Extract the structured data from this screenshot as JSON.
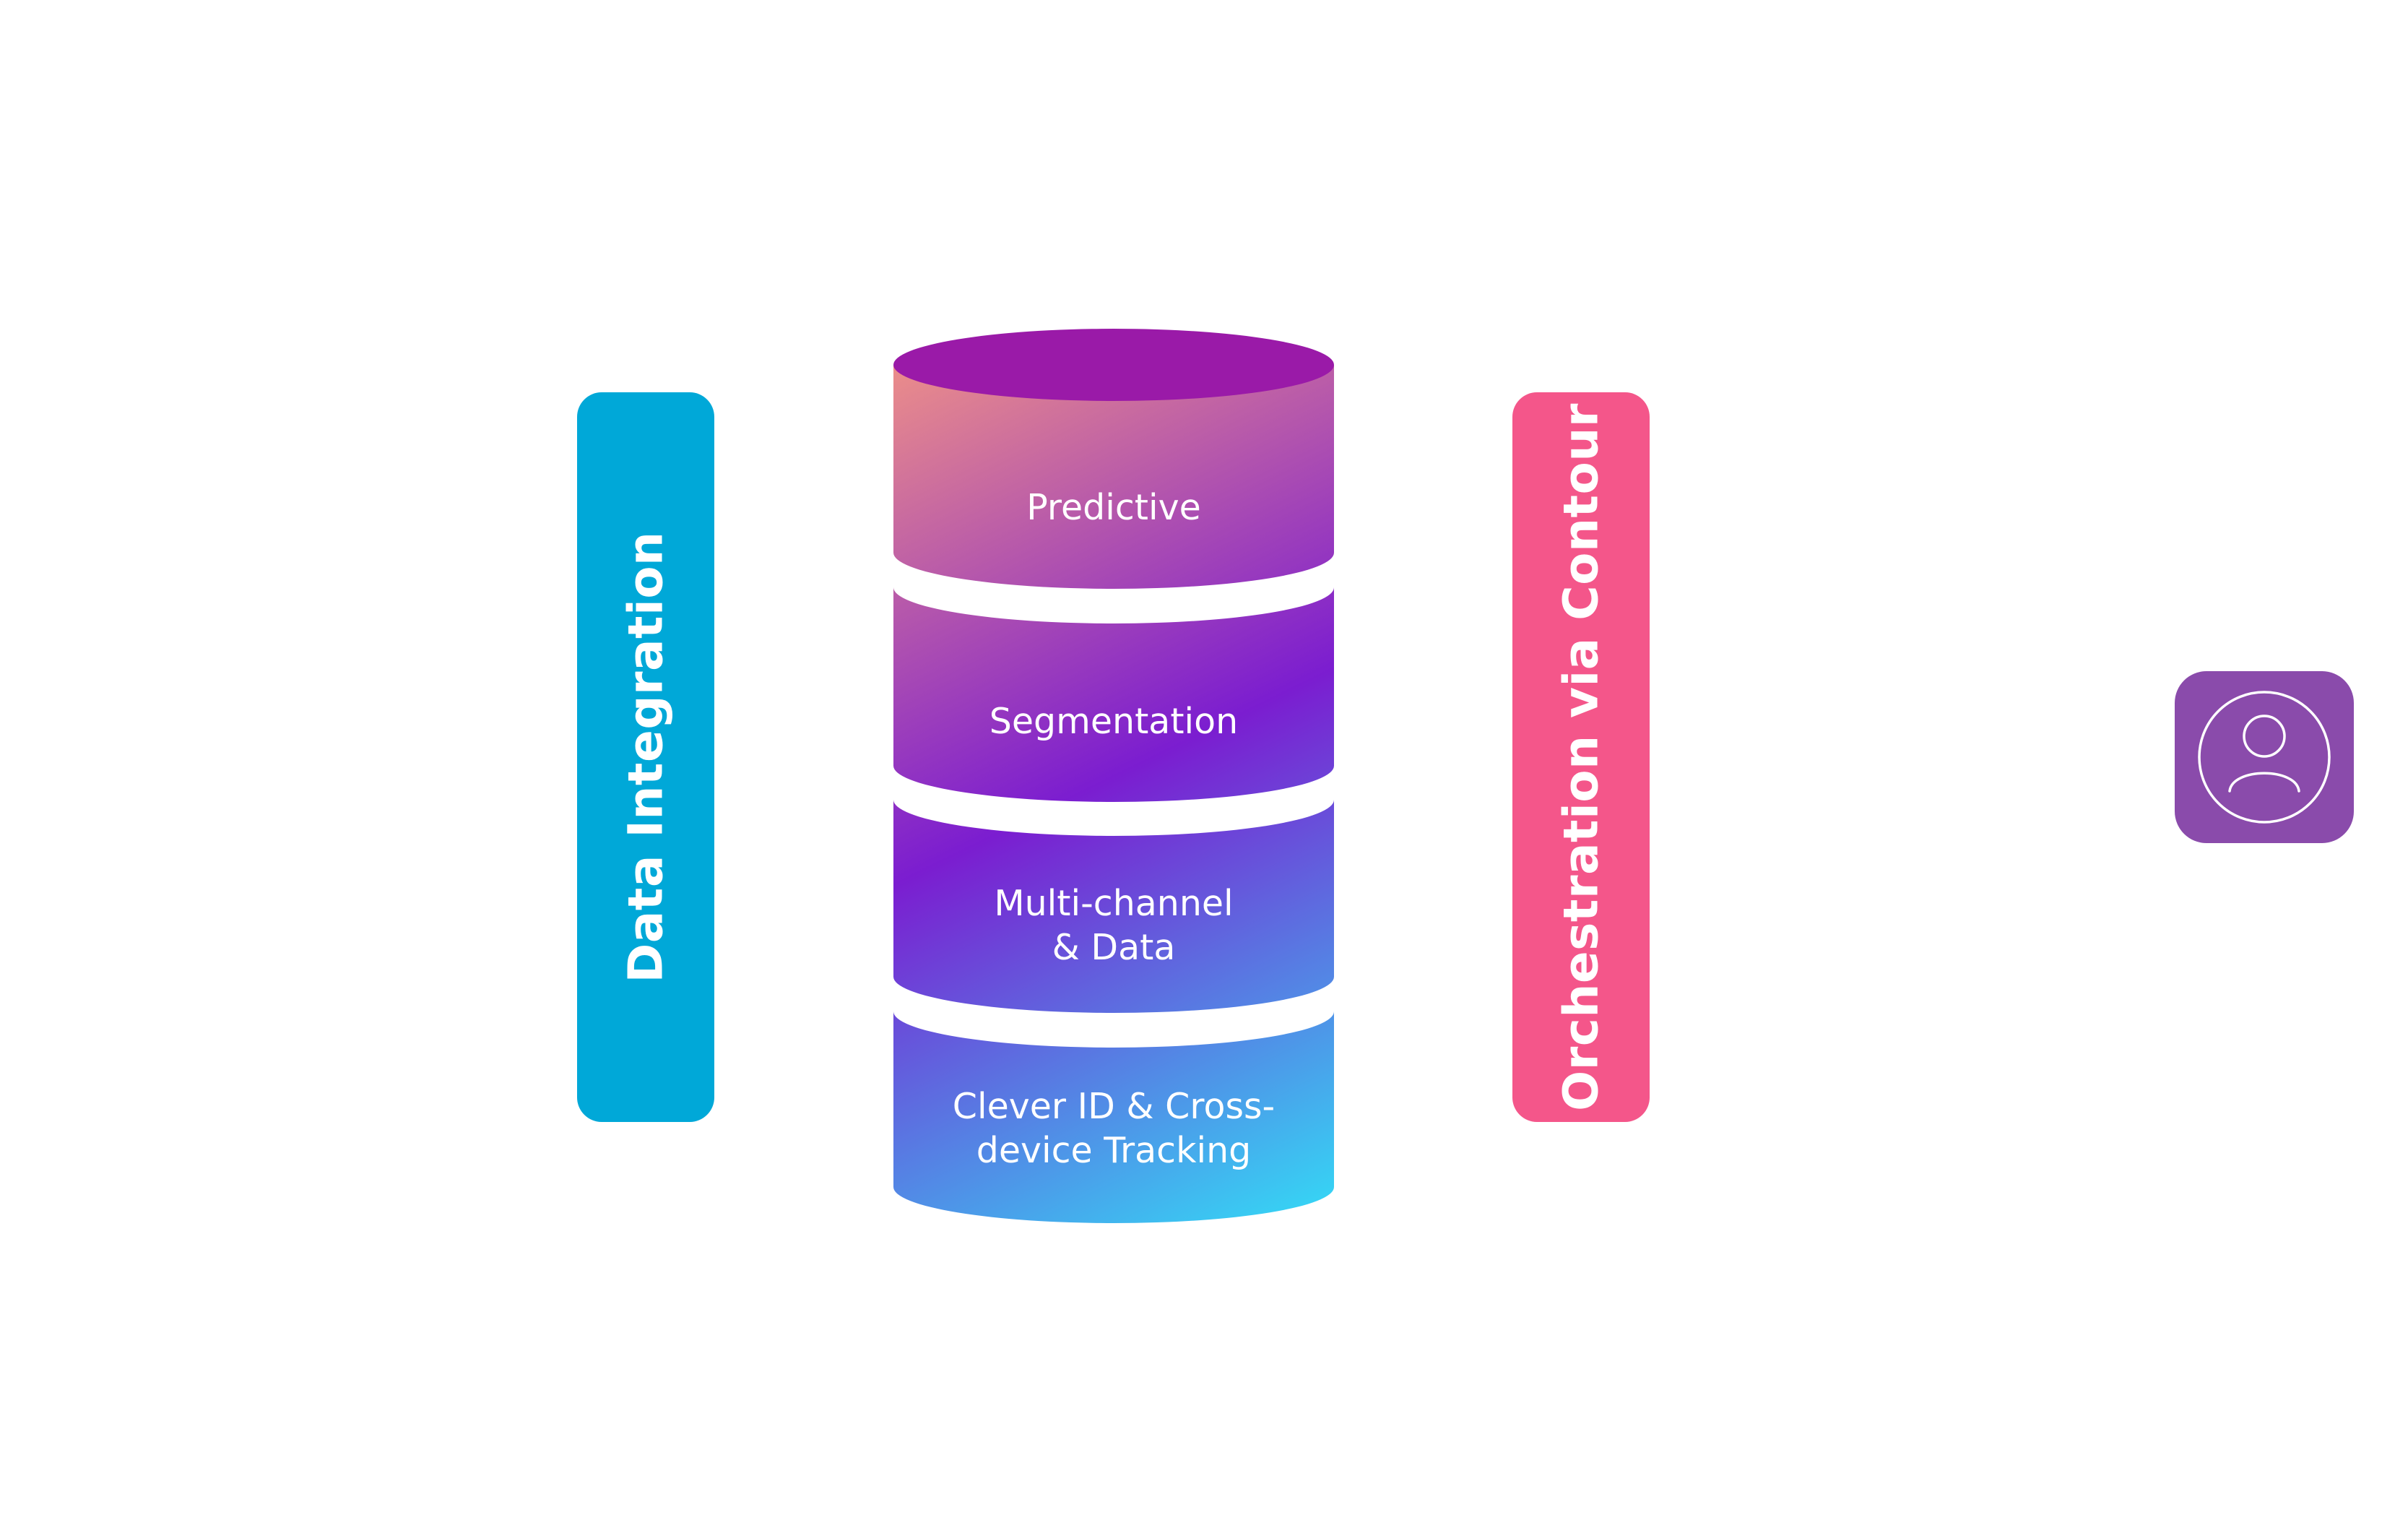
{
  "left_pillar": {
    "label": "Data Integration",
    "color": "#00a8d8"
  },
  "right_pillar": {
    "label": "Orchestration via Contour",
    "color": "#f4568a"
  },
  "stack": {
    "layers": [
      {
        "label": "Predictive"
      },
      {
        "label": "Segmentation"
      },
      {
        "label": "Multi-channel",
        "label2": "& Data"
      },
      {
        "label": "Clever ID & Cross-",
        "label2": "device Tracking"
      }
    ],
    "top_color": "#9a1aa8",
    "gradient": [
      "#f39585",
      "#7b1dd0",
      "#33dcf6"
    ]
  },
  "user": {
    "icon": "user-icon",
    "color": "#8a4bab"
  }
}
